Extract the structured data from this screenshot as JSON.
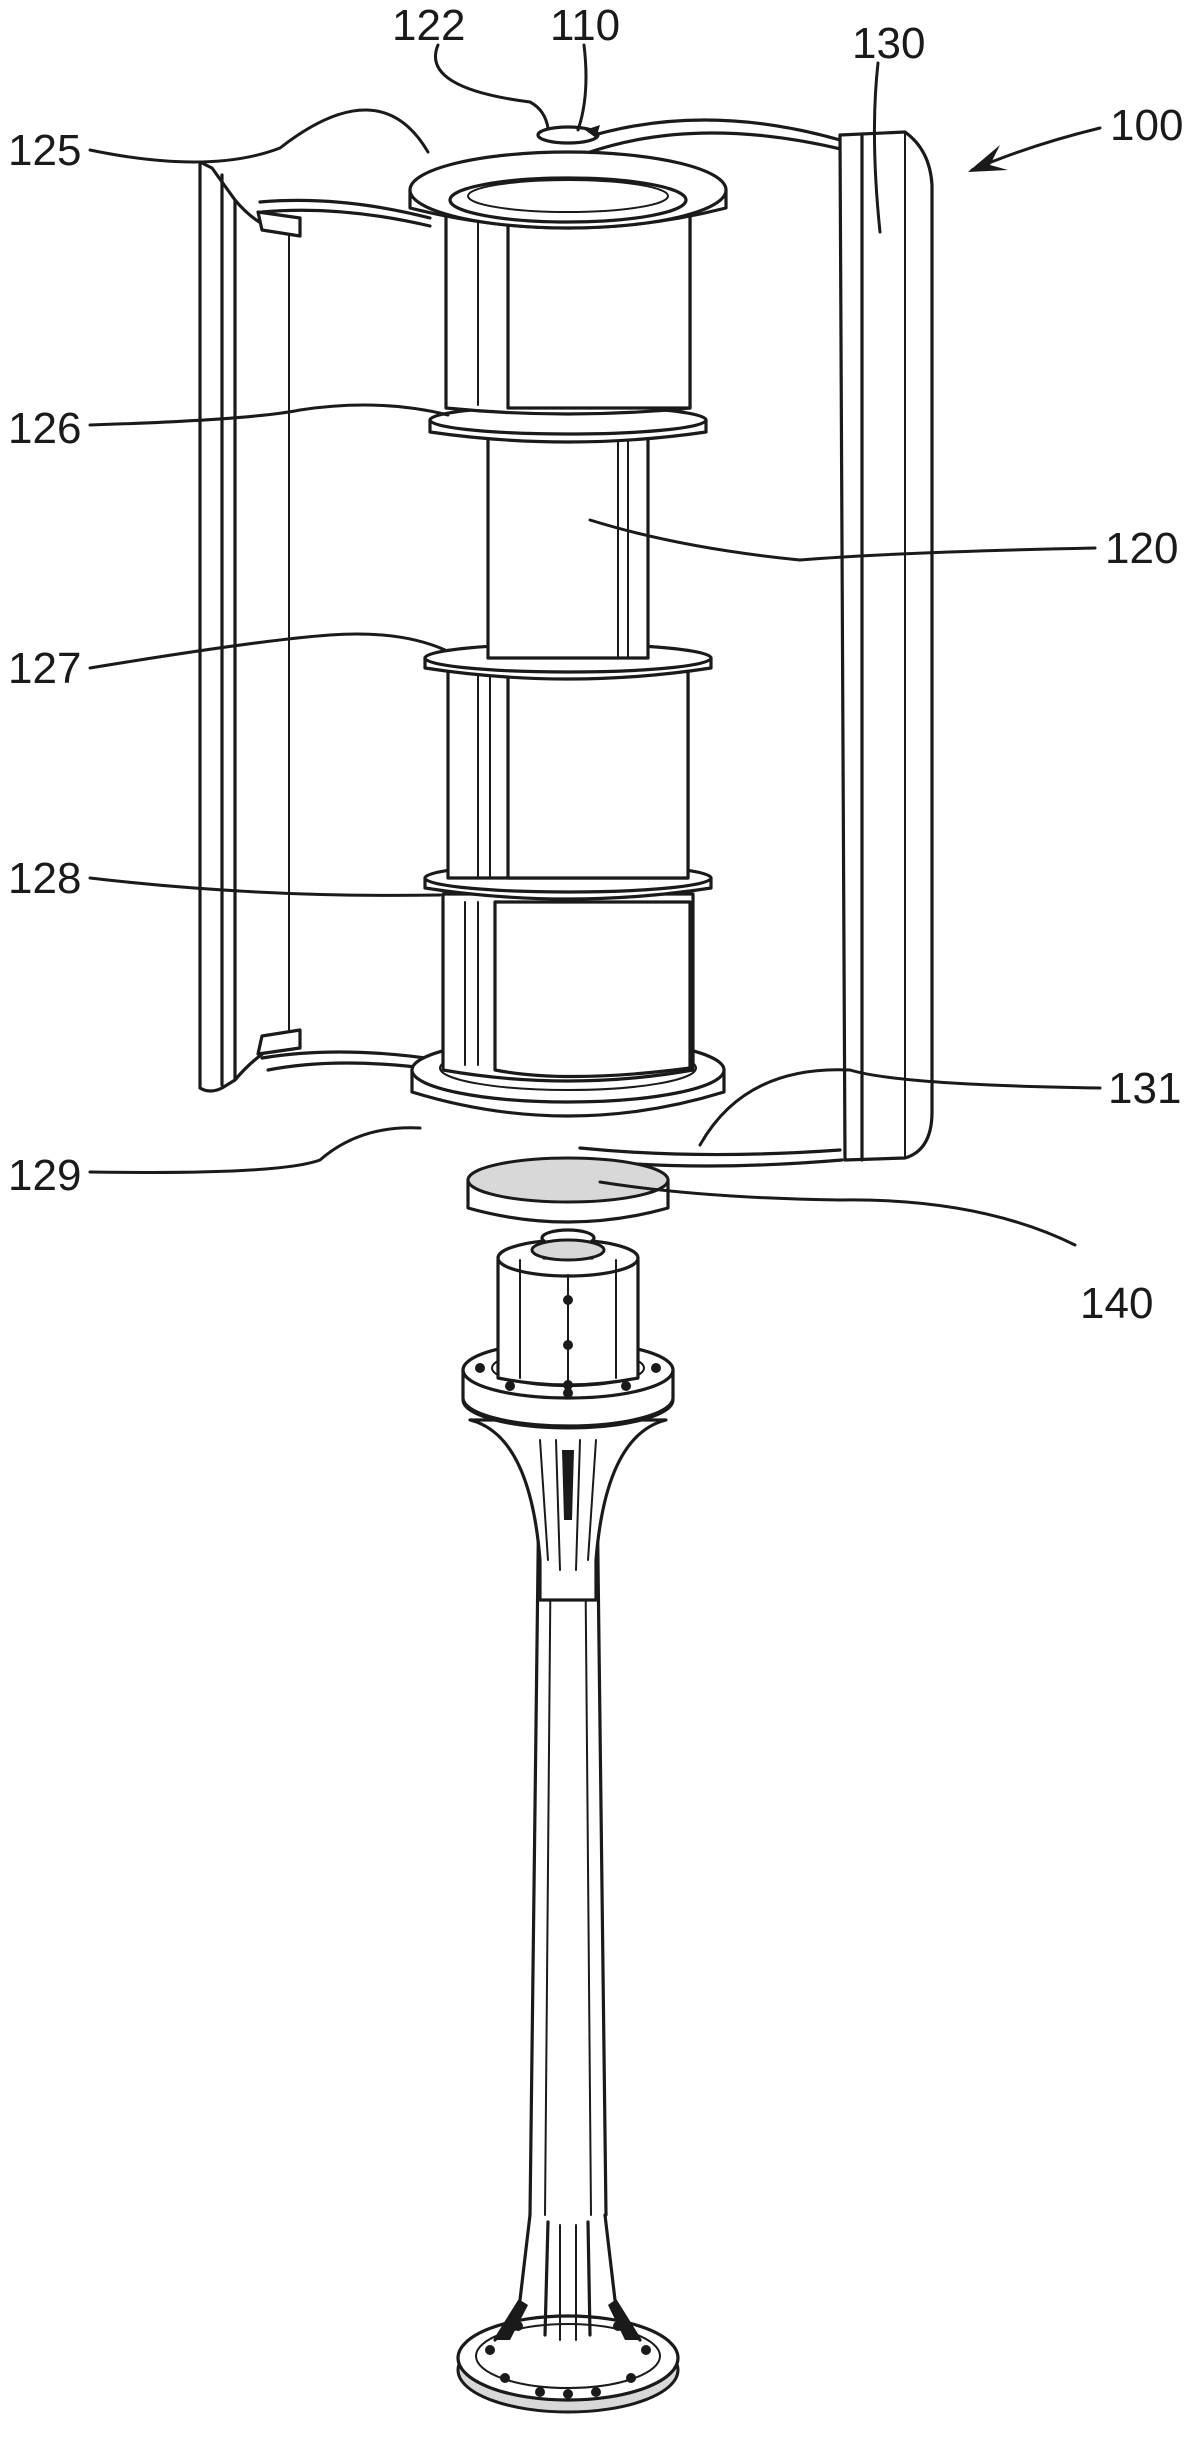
{
  "figure": {
    "labels": {
      "l100": "100",
      "l110": "110",
      "l120": "120",
      "l122": "122",
      "l125": "125",
      "l126": "126",
      "l127": "127",
      "l128": "128",
      "l129": "129",
      "l130": "130",
      "l131": "131",
      "l140": "140"
    },
    "colors": {
      "line": "#1a1a1a",
      "fill": "#ffffff",
      "shade": "#d8d8d8"
    }
  }
}
